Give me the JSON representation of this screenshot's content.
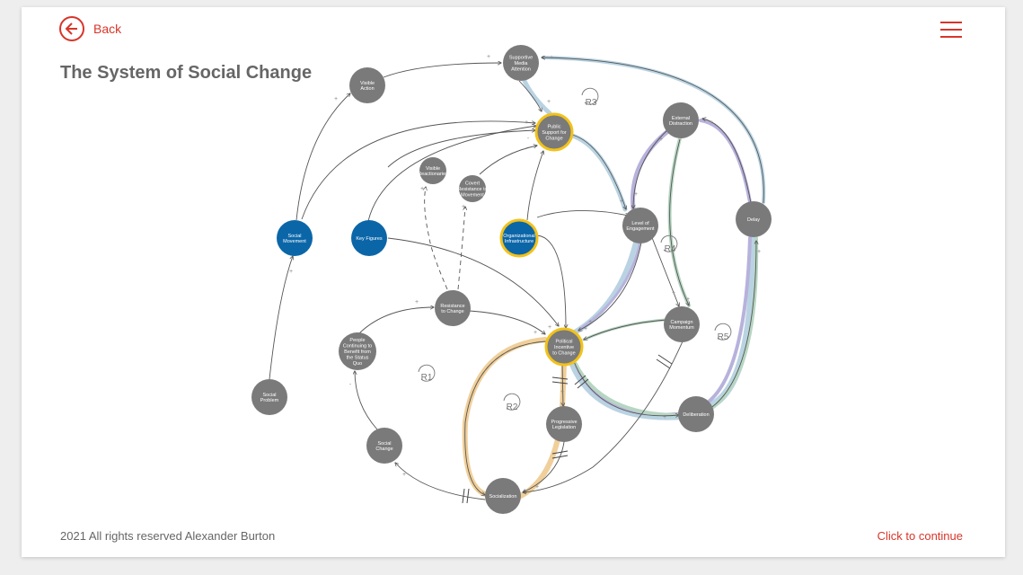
{
  "header": {
    "back_label": "Back",
    "title": "The System of Social Change"
  },
  "footer": {
    "copyright": "2021 All rights reserved Alexander Burton",
    "continue_label": "Click to continue"
  },
  "colors": {
    "accent": "#d8352a",
    "node_grey": "#7a7a7a",
    "node_blue": "#0b66a8",
    "highlight_ring": "#f2c21a",
    "loop_blue": "#b9d3e2",
    "loop_purple": "#b7b2dc",
    "loop_green": "#b7d6c2",
    "loop_orange": "#f0cf9a"
  },
  "diagram": {
    "nodes": [
      {
        "id": "social-problem",
        "lines": [
          "Social",
          "Problem"
        ],
        "style": "grey"
      },
      {
        "id": "social-movement",
        "lines": [
          "Social",
          "Movement"
        ],
        "style": "blue"
      },
      {
        "id": "visible-action",
        "lines": [
          "Visible",
          "Action"
        ],
        "style": "grey"
      },
      {
        "id": "supportive-media",
        "lines": [
          "Supportive",
          "Media",
          "Attention"
        ],
        "style": "grey"
      },
      {
        "id": "public-support",
        "lines": [
          "Public",
          "Support for",
          "Change"
        ],
        "style": "highlight"
      },
      {
        "id": "visible-reactionaries",
        "lines": [
          "Visible",
          "Reactionaries"
        ],
        "style": "grey"
      },
      {
        "id": "covert-resistance",
        "lines": [
          "Covert",
          "Resistance to",
          "Movement"
        ],
        "style": "grey"
      },
      {
        "id": "key-figures",
        "lines": [
          "Key Figures"
        ],
        "style": "blue"
      },
      {
        "id": "organizational-infrastructure",
        "lines": [
          "Organizational",
          "Infrastructure"
        ],
        "style": "blue-highlight"
      },
      {
        "id": "level-of-engagement",
        "lines": [
          "Level of",
          "Engagement"
        ],
        "style": "grey"
      },
      {
        "id": "external-distraction",
        "lines": [
          "External",
          "Distraction"
        ],
        "style": "grey"
      },
      {
        "id": "delay",
        "lines": [
          "Delay"
        ],
        "style": "grey"
      },
      {
        "id": "resistance-to-change",
        "lines": [
          "Resistance",
          "to Change"
        ],
        "style": "grey"
      },
      {
        "id": "people-benefit",
        "lines": [
          "People",
          "Continuing to",
          "Benefit from",
          "the Status",
          "Quo"
        ],
        "style": "grey"
      },
      {
        "id": "political-incentive",
        "lines": [
          "Political",
          "Incentive",
          "to Change"
        ],
        "style": "highlight"
      },
      {
        "id": "campaign-momentum",
        "lines": [
          "Campaign",
          "Momentum"
        ],
        "style": "grey"
      },
      {
        "id": "progressive-legislation",
        "lines": [
          "Progressive",
          "Legislation"
        ],
        "style": "grey"
      },
      {
        "id": "deliberation",
        "lines": [
          "Deliberation"
        ],
        "style": "grey"
      },
      {
        "id": "social-change",
        "lines": [
          "Social",
          "Change"
        ],
        "style": "grey"
      },
      {
        "id": "socialization",
        "lines": [
          "Socialization"
        ],
        "style": "grey"
      }
    ],
    "loops": [
      {
        "id": "R1",
        "label": "R1"
      },
      {
        "id": "R2",
        "label": "R2"
      },
      {
        "id": "R3",
        "label": "R3"
      },
      {
        "id": "R4",
        "label": "R4"
      },
      {
        "id": "R5",
        "label": "R5"
      }
    ]
  }
}
